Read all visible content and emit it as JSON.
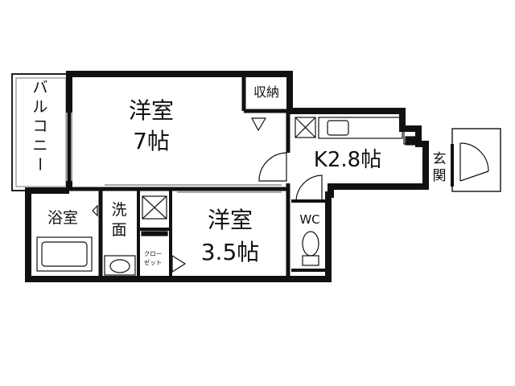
{
  "rooms": {
    "western_room_large": {
      "name": "洋室",
      "size": "7帖"
    },
    "storage": {
      "name": "収納"
    },
    "kitchen": {
      "label": "K2.8帖"
    },
    "western_room_small": {
      "name": "洋室",
      "size": "3.5帖"
    },
    "bathroom": {
      "name": "浴室"
    },
    "washroom": {
      "line1": "洗",
      "line2": "面"
    },
    "closet": {
      "line1": "クロー",
      "line2": "ゼット"
    },
    "toilet": {
      "name": "WC"
    },
    "entrance": {
      "line1": "玄",
      "line2": "関"
    },
    "balcony": {
      "name": "バルコニー"
    }
  }
}
